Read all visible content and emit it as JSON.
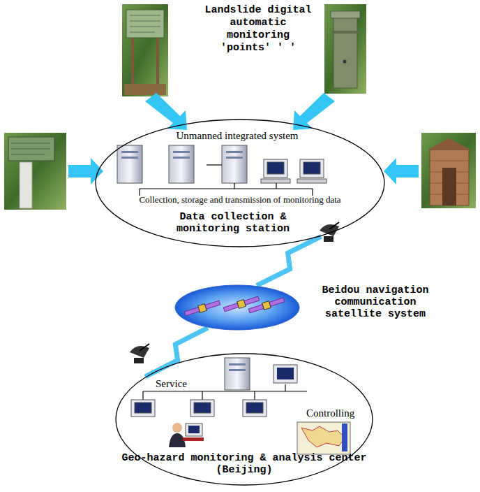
{
  "diagram": {
    "title": "Landslide digital automatic monitoring 'points' ' '",
    "nodes": [
      {
        "text": [
          "Unmanned integrated system",
          "Collection, storage and transmission of monitoring data",
          "Data collection & monitoring station"
        ]
      },
      {
        "text": [
          "Beidou navigation communication satellite system"
        ]
      },
      {
        "text": [
          "Service",
          "Controlling",
          "Geo-hazard monitoring & analysis center (Beijing)"
        ]
      }
    ],
    "edges": [
      {
        "from": 0,
        "to": 1,
        "arrow": "none"
      },
      {
        "from": 1,
        "to": 2,
        "arrow": "none"
      }
    ]
  }
}
